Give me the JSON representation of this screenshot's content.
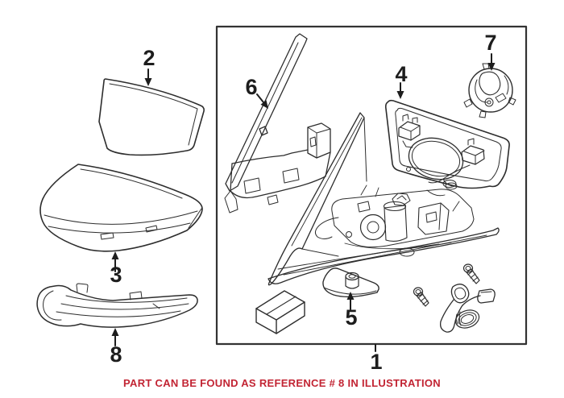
{
  "caption": {
    "text": "PART CAN BE FOUND AS REFERENCE # 8 IN ILLUSTRATION"
  },
  "callouts": {
    "main_assembly": "1",
    "mirror_glass": "2",
    "mirror_cap": "3",
    "housing_frame": "4",
    "gasket": "5",
    "trim_strip": "6",
    "motor": "7",
    "turn_signal": "8"
  },
  "colors": {
    "line_art": "#2d2d2d",
    "frame_border": "#333333",
    "caption_red": "#c22433",
    "background": "#ffffff"
  }
}
